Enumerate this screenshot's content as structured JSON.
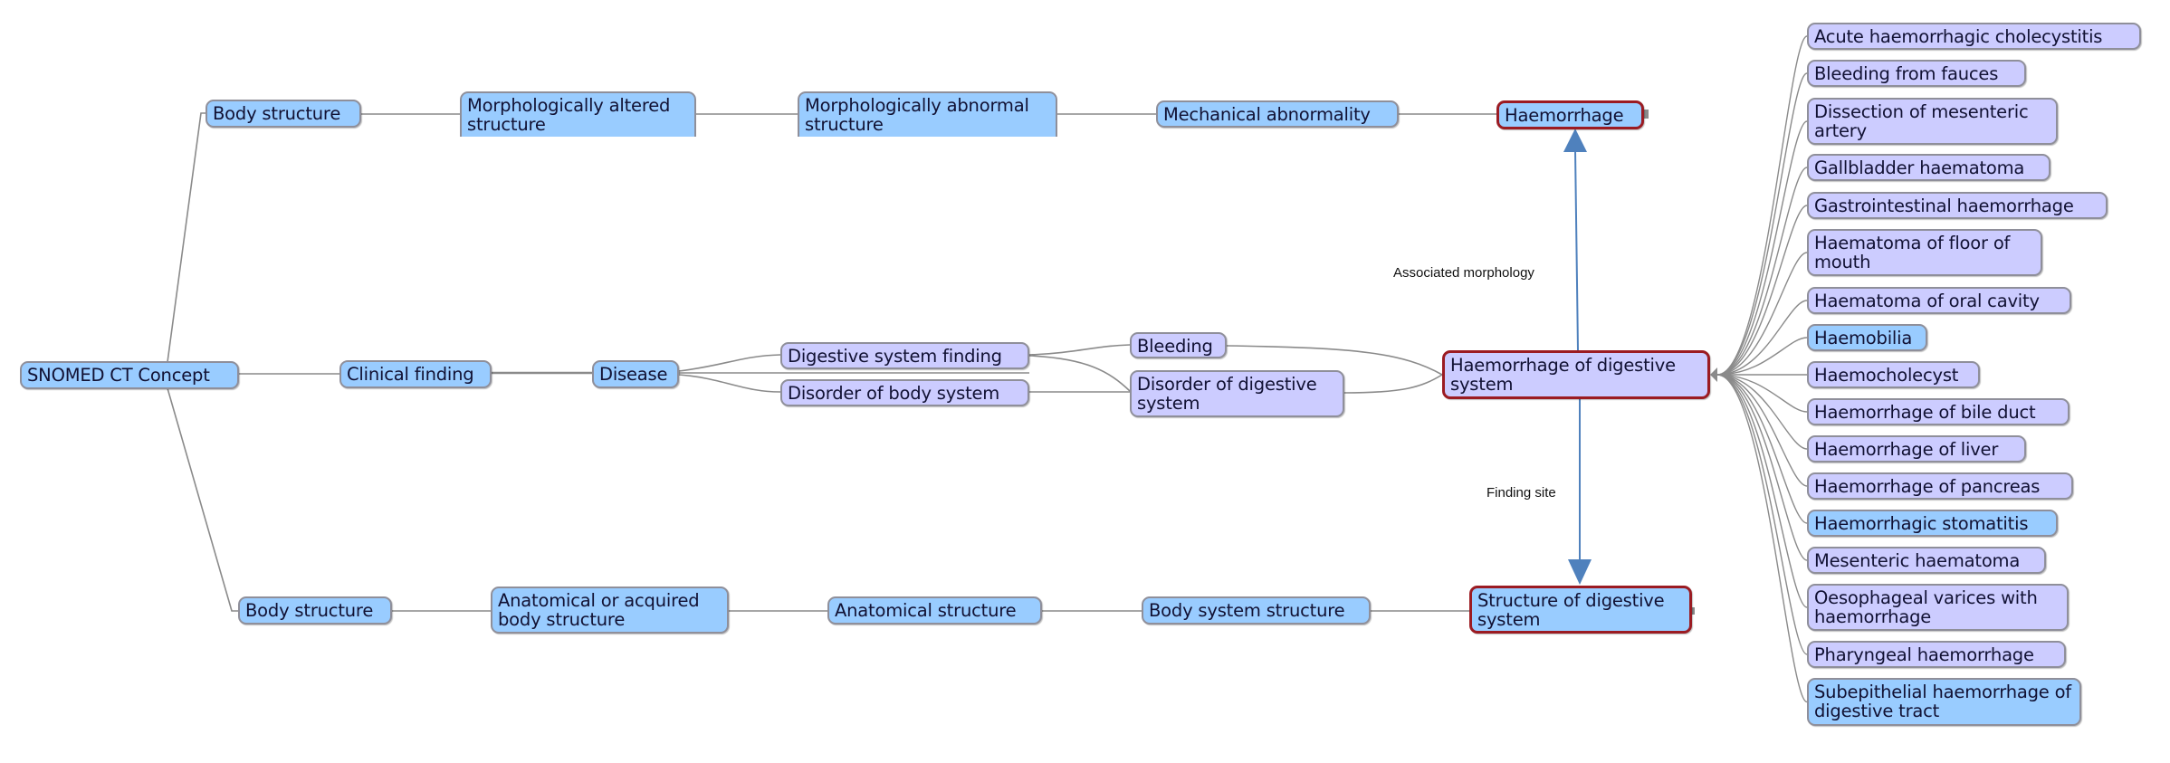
{
  "diagram": {
    "root": "SNOMED CT Concept",
    "colors": {
      "primitive_fill": "#99ccff",
      "fully_defined_fill": "#ccccff",
      "focus_border": "#9b1b22",
      "isa_edge": "#888888",
      "attribute_edge": "#4f81bd"
    },
    "nodes": {
      "snomed_ct_concept": "SNOMED CT Concept",
      "clinical_finding": "Clinical finding",
      "disease": "Disease",
      "digestive_system_finding": "Digestive system finding",
      "disorder_of_body_system": "Disorder of body system",
      "bleeding": "Bleeding",
      "disorder_of_digestive_system": "Disorder of digestive system",
      "haemorrhage_of_digestive_system": "Haemorrhage of digestive system",
      "body_structure_top": "Body structure",
      "morphologically_altered_structure": "Morphologically altered structure",
      "morphologically_abnormal_structure": "Morphologically abnormal structure",
      "mechanical_abnormality": "Mechanical abnormality",
      "haemorrhage": "Haemorrhage",
      "body_structure_bottom": "Body structure",
      "anatomical_or_acquired_body_structure": "Anatomical or acquired body structure",
      "anatomical_structure": "Anatomical structure",
      "body_system_structure": "Body system structure",
      "structure_of_digestive_system": "Structure of digestive system"
    },
    "relationships": [
      {
        "label": "Associated morphology",
        "from": "Haemorrhage of digestive system",
        "to": "Haemorrhage"
      },
      {
        "label": "Finding site",
        "from": "Haemorrhage of digestive system",
        "to": "Structure of digestive system"
      }
    ],
    "children": [
      {
        "label": "Acute haemorrhagic cholecystitis",
        "type": "defined"
      },
      {
        "label": "Bleeding from fauces",
        "type": "defined"
      },
      {
        "label": "Dissection of mesenteric artery",
        "type": "defined"
      },
      {
        "label": "Gallbladder haematoma",
        "type": "defined"
      },
      {
        "label": "Gastrointestinal haemorrhage",
        "type": "defined"
      },
      {
        "label": "Haematoma of floor of mouth",
        "type": "defined"
      },
      {
        "label": "Haematoma of oral cavity",
        "type": "defined"
      },
      {
        "label": "Haemobilia",
        "type": "primitive"
      },
      {
        "label": "Haemocholecyst",
        "type": "defined"
      },
      {
        "label": "Haemorrhage of bile duct",
        "type": "defined"
      },
      {
        "label": "Haemorrhage of liver",
        "type": "defined"
      },
      {
        "label": "Haemorrhage of pancreas",
        "type": "defined"
      },
      {
        "label": "Haemorrhagic stomatitis",
        "type": "primitive"
      },
      {
        "label": "Mesenteric haematoma",
        "type": "defined"
      },
      {
        "label": "Oesophageal varices with haemorrhage",
        "type": "defined"
      },
      {
        "label": "Pharyngeal haemorrhage",
        "type": "defined"
      },
      {
        "label": "Subepithelial haemorrhage of digestive tract",
        "type": "primitive"
      }
    ]
  }
}
